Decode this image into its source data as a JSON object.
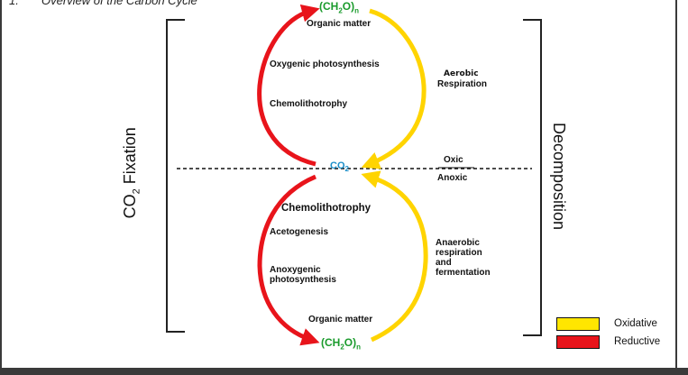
{
  "header": {
    "number": "1.",
    "title": "Overview of the Carbon Cycle"
  },
  "cycle": {
    "top_product": "(CH2O)n",
    "bottom_product": "(CH2O)n",
    "center": "CO2",
    "organic_matter_top": "Organic matter",
    "organic_matter_bottom": "Organic matter",
    "oxygenic": "Oxygenic photosynthesis",
    "chemolitho_top": "Chemolithotrophy",
    "chemolitho_bottom": "Chemolithotrophy",
    "acetogenesis": "Acetogenesis",
    "anoxygenic": "Anoxygenic photosynthesis",
    "aerobic": "Aerobic",
    "respiration": "Respiration",
    "oxic": "Oxic",
    "anoxic": "Anoxic",
    "anaerobic": "Anaerobic respiration and fermentation"
  },
  "sides": {
    "left": "CO2 Fixation",
    "right": "Decomposition"
  },
  "legend": [
    {
      "label": "Oxidative",
      "color": "#ffe600"
    },
    {
      "label": "Reductive",
      "color": "#e8141b"
    }
  ],
  "colors": {
    "red": "#e8141b",
    "yellow": "#ffd400",
    "green": "#1a9b2c",
    "blue": "#1a8ec9"
  }
}
